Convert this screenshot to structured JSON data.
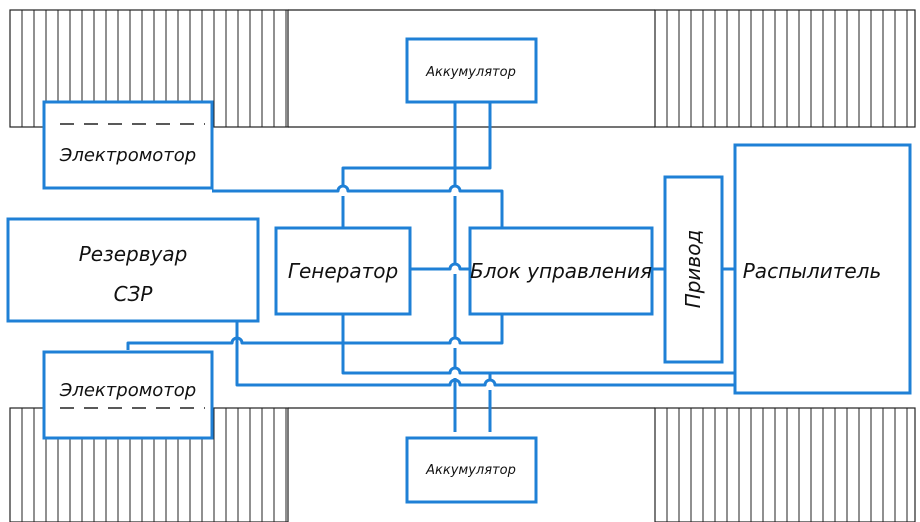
{
  "diagram": {
    "nodes": {
      "battery_top": "Аккумулятор",
      "battery_bottom": "Аккумулятор",
      "motor_top": "Электромотор",
      "motor_bottom": "Электромотор",
      "tank_line1": "Резервуар",
      "tank_line2": "СЗР",
      "generator": "Генератор",
      "control_unit": "Блок управления",
      "drive": "Привод",
      "sprayer": "Распылитель"
    },
    "colors": {
      "wire": "#1f80d6",
      "hatch": "#222222"
    }
  }
}
